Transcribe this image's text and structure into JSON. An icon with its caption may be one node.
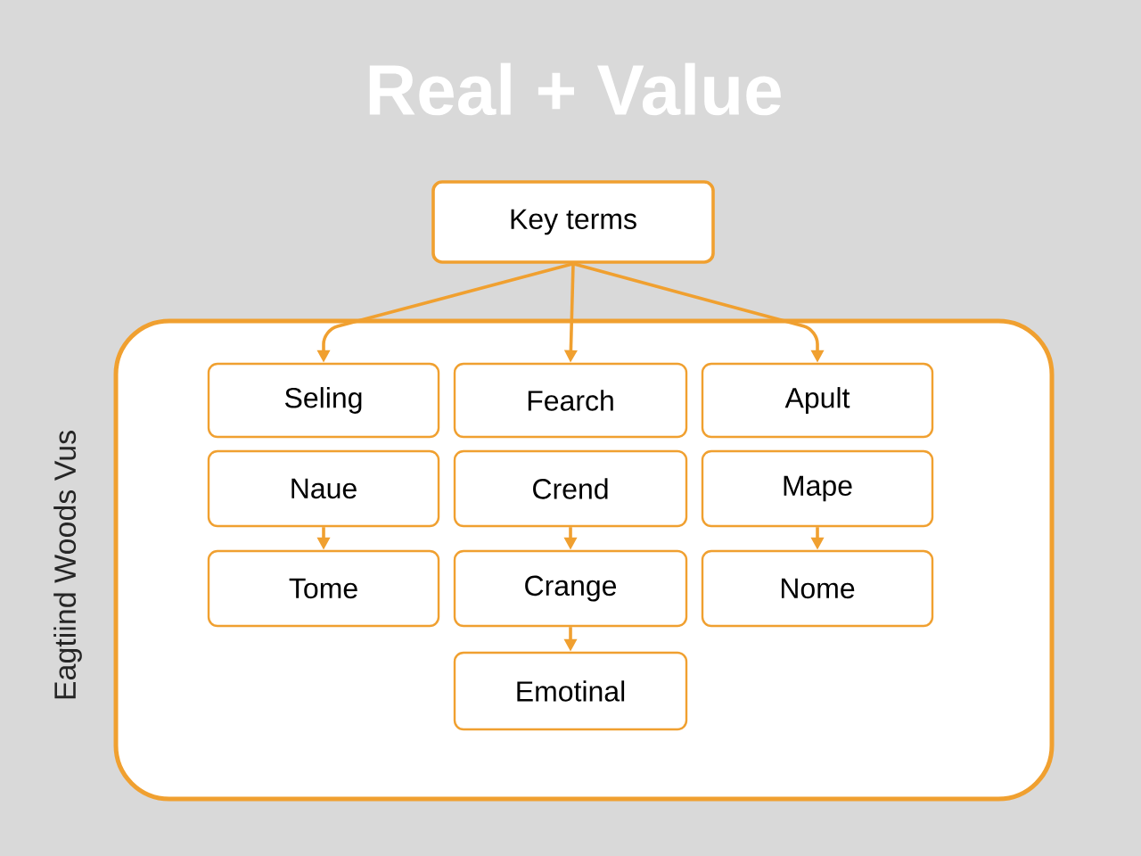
{
  "diagram": {
    "title": "Real + Value",
    "nodes": [
      {
        "text": [
          "Key terms"
        ]
      },
      {
        "text": [
          "Eagtiind Woods Vus"
        ]
      },
      {
        "text": [
          "Seling"
        ],
        "in": 1
      },
      {
        "text": [
          "Fearch"
        ],
        "in": 1
      },
      {
        "text": [
          "Apult"
        ],
        "in": 1
      },
      {
        "text": [
          "Naue"
        ],
        "in": 1
      },
      {
        "text": [
          "Crend"
        ],
        "in": 1
      },
      {
        "text": [
          "Mape"
        ],
        "in": 1
      },
      {
        "text": [
          "Tome"
        ],
        "in": 1
      },
      {
        "text": [
          "Crange"
        ],
        "in": 1
      },
      {
        "text": [
          "Nome"
        ],
        "in": 1
      },
      {
        "text": [
          "Emotinal"
        ],
        "in": 1
      }
    ],
    "edges": [
      {
        "from": 0,
        "to": 2,
        "arrow": "to"
      },
      {
        "from": 0,
        "to": 3,
        "arrow": "to"
      },
      {
        "from": 0,
        "to": 4,
        "arrow": "to"
      },
      {
        "from": 5,
        "to": 8,
        "arrow": "to"
      },
      {
        "from": 6,
        "to": 9,
        "arrow": "to"
      },
      {
        "from": 9,
        "to": 11,
        "arrow": "to"
      },
      {
        "from": 7,
        "to": 10,
        "arrow": "to"
      }
    ]
  }
}
